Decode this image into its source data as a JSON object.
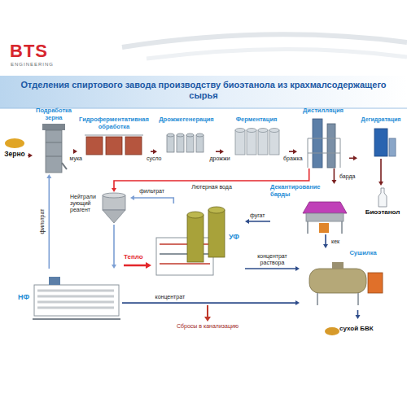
{
  "diagram": {
    "title": "Отделения спиртового завода производству биоэтанола из крахмалсодержащего сырья",
    "nodes": [
      {
        "text": [
          "Зерно"
        ]
      },
      {
        "text": [
          "Подработка зерна"
        ]
      },
      {
        "text": [
          "Гидроферментативная обработка"
        ]
      },
      {
        "text": [
          "Дрожжегенерация"
        ]
      },
      {
        "text": [
          "Ферментация"
        ]
      },
      {
        "text": [
          "Дистилляция"
        ]
      },
      {
        "text": [
          "Дегидратация"
        ]
      },
      {
        "text": [
          "Нейтрали зующий реагент"
        ]
      },
      {
        "text": [
          "Декантирование барды"
        ]
      },
      {
        "text": [
          "Биоэтанол"
        ]
      },
      {
        "text": [
          "УФ"
        ]
      },
      {
        "text": [
          "Сушилка"
        ]
      },
      {
        "text": [
          "НФ"
        ]
      },
      {
        "text": [
          "сухой БВК"
        ]
      }
    ],
    "edges": [
      {
        "from": 0,
        "to": 1,
        "arrow": "to"
      },
      {
        "from": 1,
        "to": 2,
        "label": "мука",
        "arrow": "to"
      },
      {
        "from": 2,
        "to": 3,
        "label": "сусло",
        "arrow": "to"
      },
      {
        "from": 3,
        "to": 4,
        "label": "дрожжи",
        "arrow": "to"
      },
      {
        "from": 4,
        "to": 5,
        "label": "бражка",
        "arrow": "to"
      },
      {
        "from": 5,
        "to": 6,
        "arrow": "to"
      },
      {
        "from": 6,
        "to": 9,
        "arrow": "to"
      },
      {
        "from": 5,
        "to": 8,
        "label": "барда",
        "arrow": "to"
      },
      {
        "from": 5,
        "to": 7,
        "label": "Лютерная вода",
        "arrow": "to"
      },
      {
        "from": 8,
        "to": 10,
        "label": "фугат",
        "arrow": "to"
      },
      {
        "from": 8,
        "to": 11,
        "label": "кек",
        "arrow": "to"
      },
      {
        "from": 10,
        "to": 11,
        "label": "концентрат раствора",
        "arrow": "to"
      },
      {
        "from": 10,
        "to": 7,
        "label": "фильтрат",
        "arrow": "to"
      },
      {
        "from": 7,
        "to": 12,
        "arrow": "to"
      },
      {
        "from": 12,
        "to": 11,
        "label": "концентрат",
        "arrow": "to"
      },
      {
        "from": 12,
        "to": 1,
        "label": "фильтрат",
        "arrow": "to"
      },
      {
        "from": 11,
        "to": 13,
        "arrow": "to"
      }
    ],
    "labels": [
      "BTS",
      "ENGINEERING",
      "Тепло",
      "Сбросы в канализацию"
    ]
  }
}
